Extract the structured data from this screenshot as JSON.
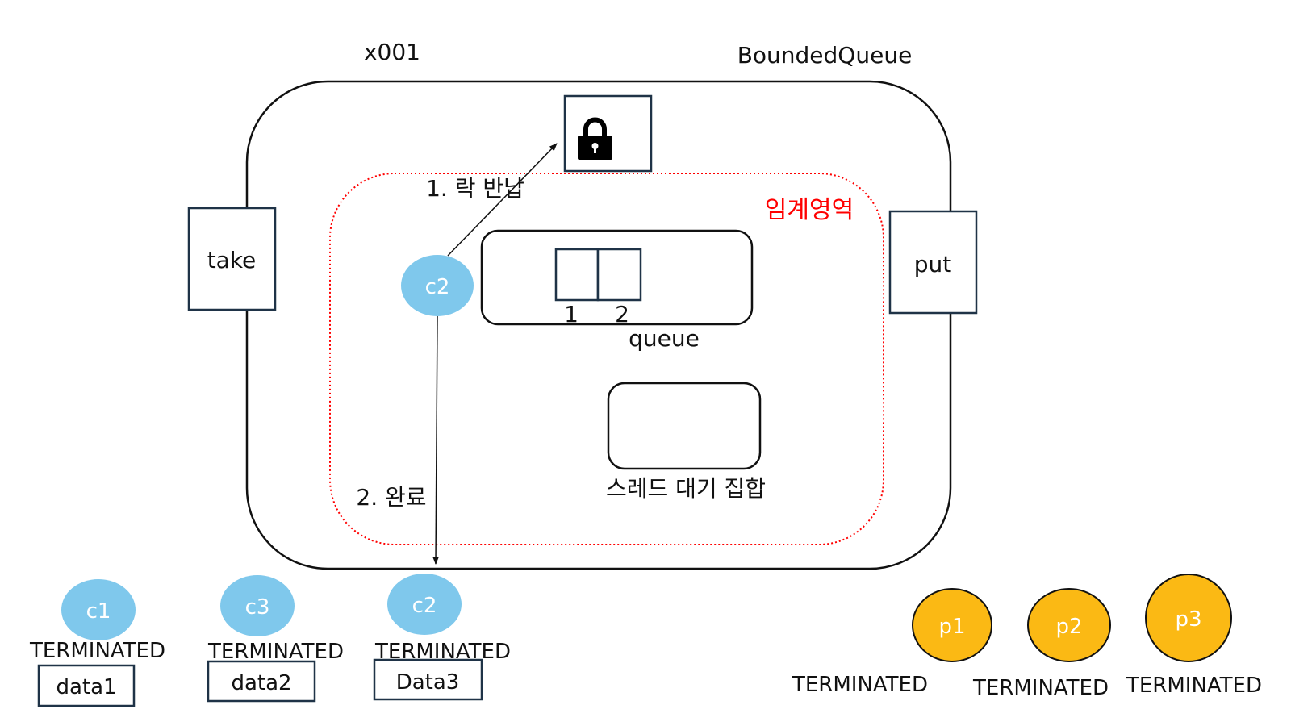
{
  "object_id": "x001",
  "class_name": "BoundedQueue",
  "critical_section_label": "임계영역",
  "methods": {
    "take": "take",
    "put": "put"
  },
  "lock": {
    "icon": "lock-icon"
  },
  "queue": {
    "label": "queue",
    "slots": [
      "1",
      "2"
    ]
  },
  "wait_set": {
    "label": "스레드 대기 집합"
  },
  "active_thread": {
    "name": "c2"
  },
  "steps": {
    "release_lock": "1. 락 반납",
    "done": "2. 완료"
  },
  "consumers": [
    {
      "name": "c1",
      "state": "TERMINATED",
      "data": "data1"
    },
    {
      "name": "c3",
      "state": "TERMINATED",
      "data": "data2"
    },
    {
      "name": "c2",
      "state": "TERMINATED",
      "data": "Data3"
    }
  ],
  "producers": [
    {
      "name": "p1",
      "state": "TERMINATED"
    },
    {
      "name": "p2",
      "state": "TERMINATED"
    },
    {
      "name": "p3",
      "state": "TERMINATED"
    }
  ],
  "colors": {
    "consumer": "#7fc8ec",
    "producer": "#fbb914",
    "critical_section": "#ff0000",
    "box_border": "#1f3347"
  }
}
